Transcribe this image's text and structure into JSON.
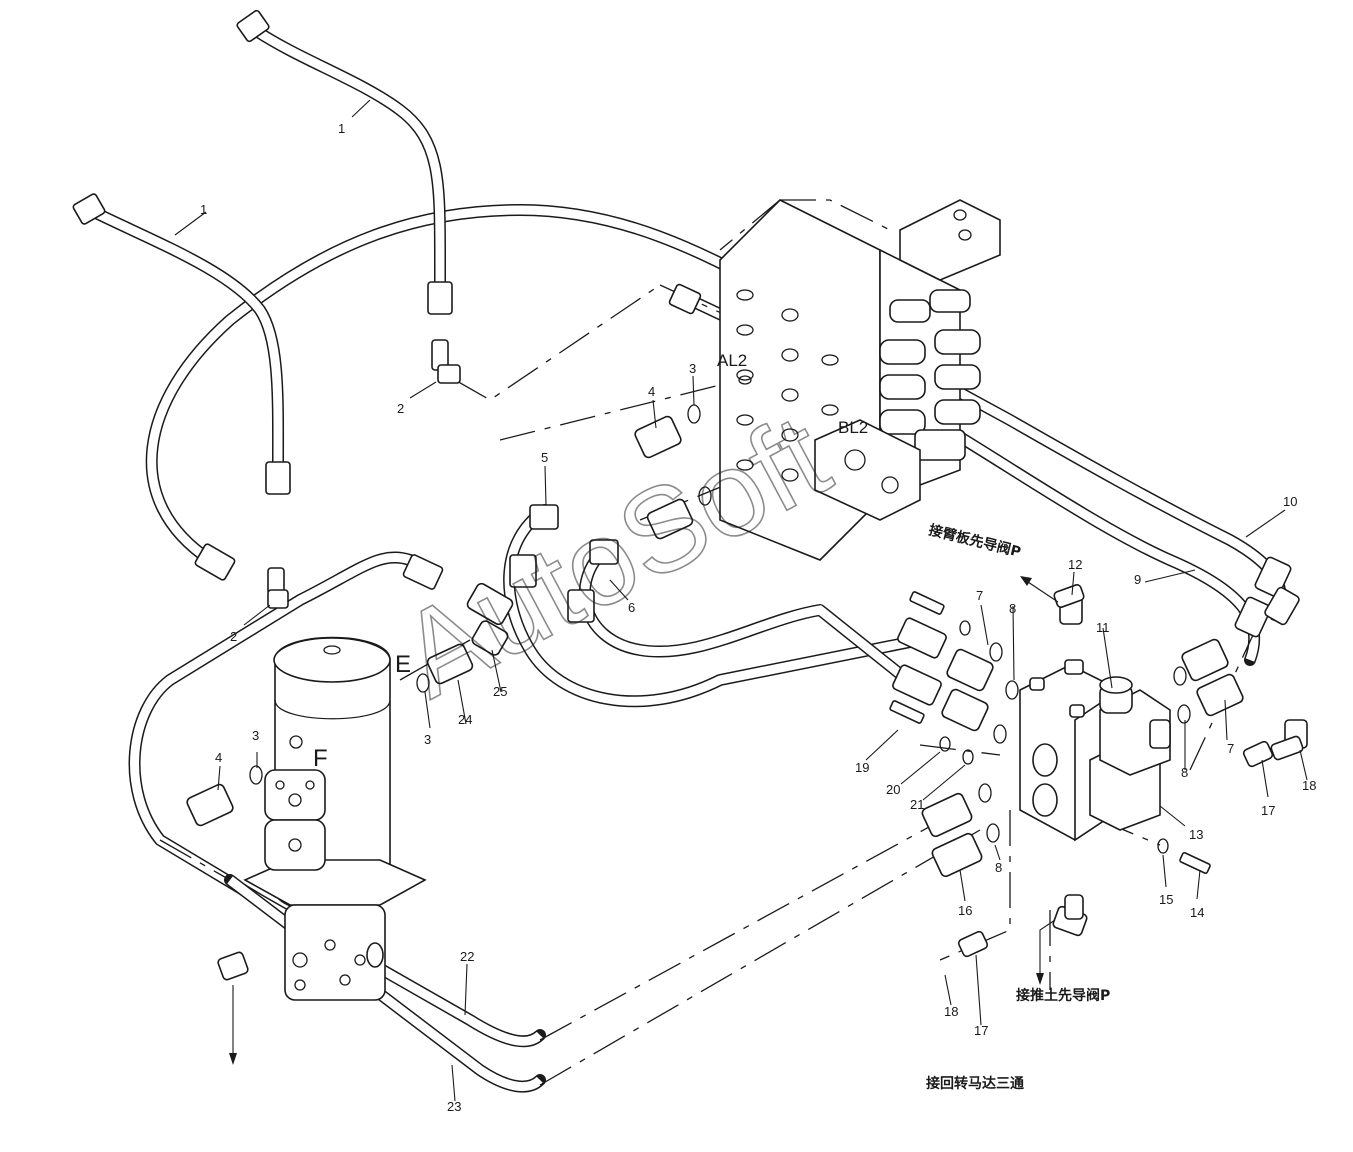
{
  "watermark": "AutoSoft",
  "port_labels": {
    "al2": "AL2",
    "bl2": "BL2",
    "e": "E",
    "f": "F"
  },
  "notes": {
    "to_boom_pilot": "接臂板先导阀P",
    "to_dozer_pilot": "接推土先导阀P",
    "to_swing_motor": "接回转马达三通"
  },
  "callouts": [
    "1",
    "1",
    "2",
    "2",
    "3",
    "3",
    "3",
    "4",
    "4",
    "5",
    "6",
    "7",
    "7",
    "8",
    "8",
    "8",
    "9",
    "10",
    "11",
    "12",
    "13",
    "14",
    "15",
    "16",
    "17",
    "17",
    "18",
    "18",
    "19",
    "20",
    "21",
    "22",
    "23",
    "24",
    "25"
  ]
}
